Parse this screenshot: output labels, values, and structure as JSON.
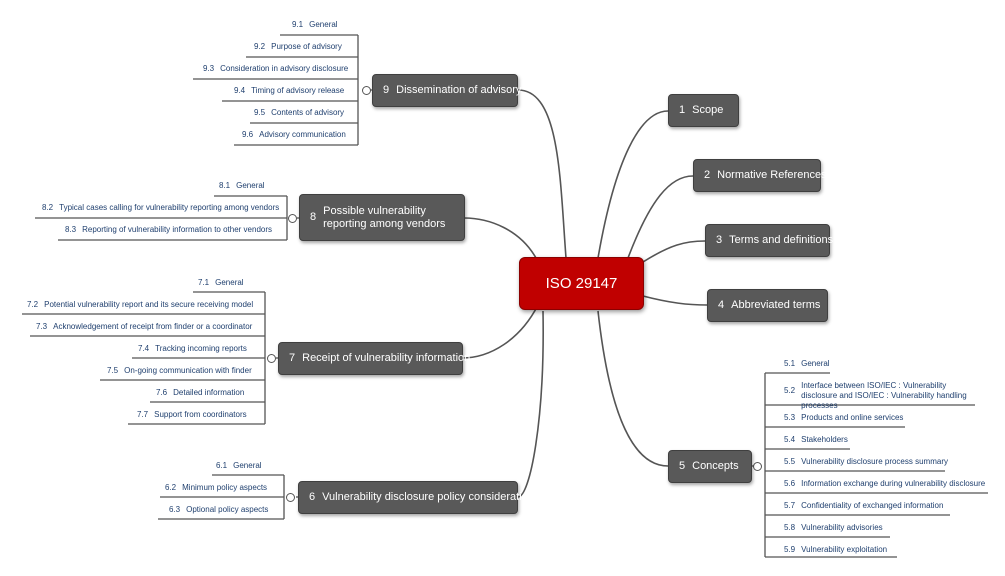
{
  "central": {
    "label": "ISO 29147"
  },
  "topics": {
    "t1": {
      "num": "1",
      "label": "Scope"
    },
    "t2": {
      "num": "2",
      "label": "Normative References"
    },
    "t3": {
      "num": "3",
      "label": "Terms and definitions"
    },
    "t4": {
      "num": "4",
      "label": "Abbreviated terms"
    },
    "t5": {
      "num": "5",
      "label": "Concepts"
    },
    "t6": {
      "num": "6",
      "label": "Vulnerability disclosure policy considerations"
    },
    "t7": {
      "num": "7",
      "label": "Receipt of vulnerability information"
    },
    "t8": {
      "num": "8",
      "label": "Possible vulnerability reporting among vendors"
    },
    "t9": {
      "num": "9",
      "label": "Dissemination of advisory"
    }
  },
  "subtopics": {
    "s5": [
      {
        "num": "5.1",
        "label": "General"
      },
      {
        "num": "5.2",
        "label": "Interface between ISO/IEC : Vulnerability disclosure and ISO/IEC : Vulnerability handling processes"
      },
      {
        "num": "5.3",
        "label": "Products and online services"
      },
      {
        "num": "5.4",
        "label": "Stakeholders"
      },
      {
        "num": "5.5",
        "label": "Vulnerability disclosure process summary"
      },
      {
        "num": "5.6",
        "label": "Information exchange during vulnerability disclosure"
      },
      {
        "num": "5.7",
        "label": "Confidentiality of exchanged information"
      },
      {
        "num": "5.8",
        "label": "Vulnerability advisories"
      },
      {
        "num": "5.9",
        "label": "Vulnerability exploitation"
      }
    ],
    "s6": [
      {
        "num": "6.1",
        "label": "General"
      },
      {
        "num": "6.2",
        "label": "Minimum policy aspects"
      },
      {
        "num": "6.3",
        "label": "Optional policy aspects"
      }
    ],
    "s7": [
      {
        "num": "7.1",
        "label": "General"
      },
      {
        "num": "7.2",
        "label": "Potential vulnerability report and its secure receiving model"
      },
      {
        "num": "7.3",
        "label": "Acknowledgement of receipt from finder or a coordinator"
      },
      {
        "num": "7.4",
        "label": "Tracking incoming reports"
      },
      {
        "num": "7.5",
        "label": "On-going communication with finder"
      },
      {
        "num": "7.6",
        "label": "Detailed information"
      },
      {
        "num": "7.7",
        "label": "Support from coordinators"
      }
    ],
    "s8": [
      {
        "num": "8.1",
        "label": "General"
      },
      {
        "num": "8.2",
        "label": "Typical cases calling for vulnerability reporting among vendors"
      },
      {
        "num": "8.3",
        "label": "Reporting of vulnerability information to other vendors"
      }
    ],
    "s9": [
      {
        "num": "9.1",
        "label": "General"
      },
      {
        "num": "9.2",
        "label": "Purpose of advisory"
      },
      {
        "num": "9.3",
        "label": "Consideration in advisory disclosure"
      },
      {
        "num": "9.4",
        "label": "Timing of advisory release"
      },
      {
        "num": "9.5",
        "label": "Contents of advisory"
      },
      {
        "num": "9.6",
        "label": "Advisory communication"
      }
    ]
  },
  "colors": {
    "central": "#c00000",
    "topic": "#595959",
    "subtopic_text": "#1f3f6e",
    "line": "#555555"
  }
}
